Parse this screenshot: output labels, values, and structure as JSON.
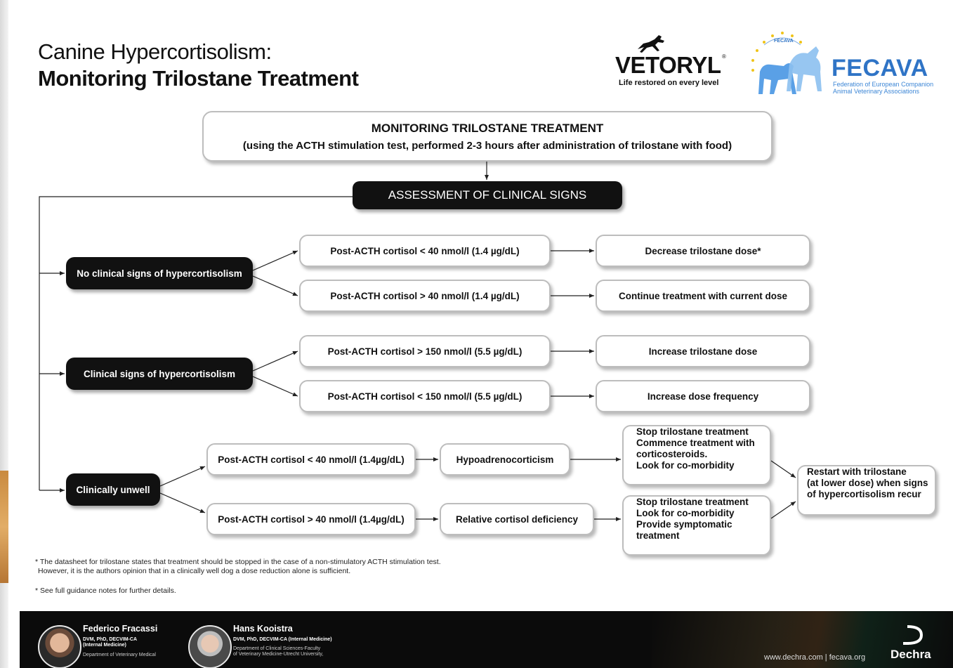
{
  "header": {
    "title_line1": "Canine Hypercortisolism:",
    "title_line2": "Monitoring Trilostane Treatment"
  },
  "logos": {
    "vetoryl": {
      "word": "VETORYL",
      "reg": "®",
      "tagline": "Life restored on every level"
    },
    "fecava": {
      "word": "FECAVA",
      "subtitle_line1": "Federation of European Companion",
      "subtitle_line2": "Animal Veterinary Associations",
      "ring_text": "FECAVA"
    }
  },
  "flow": {
    "top": {
      "title": "MONITORING TRILOSTANE TREATMENT",
      "subtitle": "(using the ACTH stimulation test, performed 2-3 hours after administration of trilostane with food)"
    },
    "assessment": "ASSESSMENT OF CLINICAL SIGNS",
    "branches": {
      "no_signs": {
        "label": "No clinical signs of hypercortisolism",
        "test_low": "Post-ACTH cortisol < 40 nmol/l (1.4 µg/dL)",
        "action_low": "Decrease trilostane dose*",
        "test_high": "Post-ACTH cortisol > 40 nmol/l (1.4 µg/dL)",
        "action_high": "Continue treatment with current dose"
      },
      "signs": {
        "label": "Clinical signs of hypercortisolism",
        "test_high": "Post-ACTH cortisol > 150 nmol/l (5.5 µg/dL)",
        "action_high": "Increase trilostane dose",
        "test_low": "Post-ACTH cortisol < 150 nmol/l (5.5 µg/dL)",
        "action_low": "Increase dose frequency"
      },
      "unwell": {
        "label": "Clinically unwell",
        "test_low": "Post-ACTH cortisol < 40 nmol/l (1.4µg/dL)",
        "diagnosis_low": "Hypoadrenocorticism",
        "action_low": [
          "Stop trilostane treatment",
          "Commence treatment with",
          "corticosteroids.",
          "Look for co-morbidity"
        ],
        "test_high": "Post-ACTH cortisol > 40 nmol/l (1.4µg/dL)",
        "diagnosis_high": "Relative cortisol deficiency",
        "action_high": [
          "Stop trilostane treatment",
          "Look for co-morbidity",
          "Provide symptomatic",
          "treatment"
        ],
        "restart": [
          "Restart with trilostane",
          "(at lower dose) when signs",
          "of hypercortisolism recur"
        ]
      }
    }
  },
  "notes": {
    "note1_line1": "* The datasheet for trilostane states that treatment should be stopped in the case of a non-stimulatory ACTH stimulation test.",
    "note1_line2": "However, it is the authors opinion that in a clinically well dog a dose reduction alone is sufficient.",
    "note2": "* See full guidance notes for further details."
  },
  "footer": {
    "author1": {
      "name": "Federico Fracassi",
      "cred1": "DVM, PhD, DECVIM-CA",
      "cred2": "(Internal Medicine)",
      "dept": "Department of Veterinary Medical"
    },
    "author2": {
      "name": "Hans Kooistra",
      "cred1": "DVM, PhD, DECVIM-CA (Internal Medicine)",
      "dept1": "Department of Clinical Sciences-Faculty",
      "dept2": "of Veterinary Medicine-Utrecht University,"
    },
    "url": "www.dechra.com  |  fecava.org",
    "brand": "Dechra"
  },
  "colors": {
    "fecava_blue": "#2f74c6",
    "dark_box": "#111111",
    "box_border": "#bdbdbd"
  }
}
